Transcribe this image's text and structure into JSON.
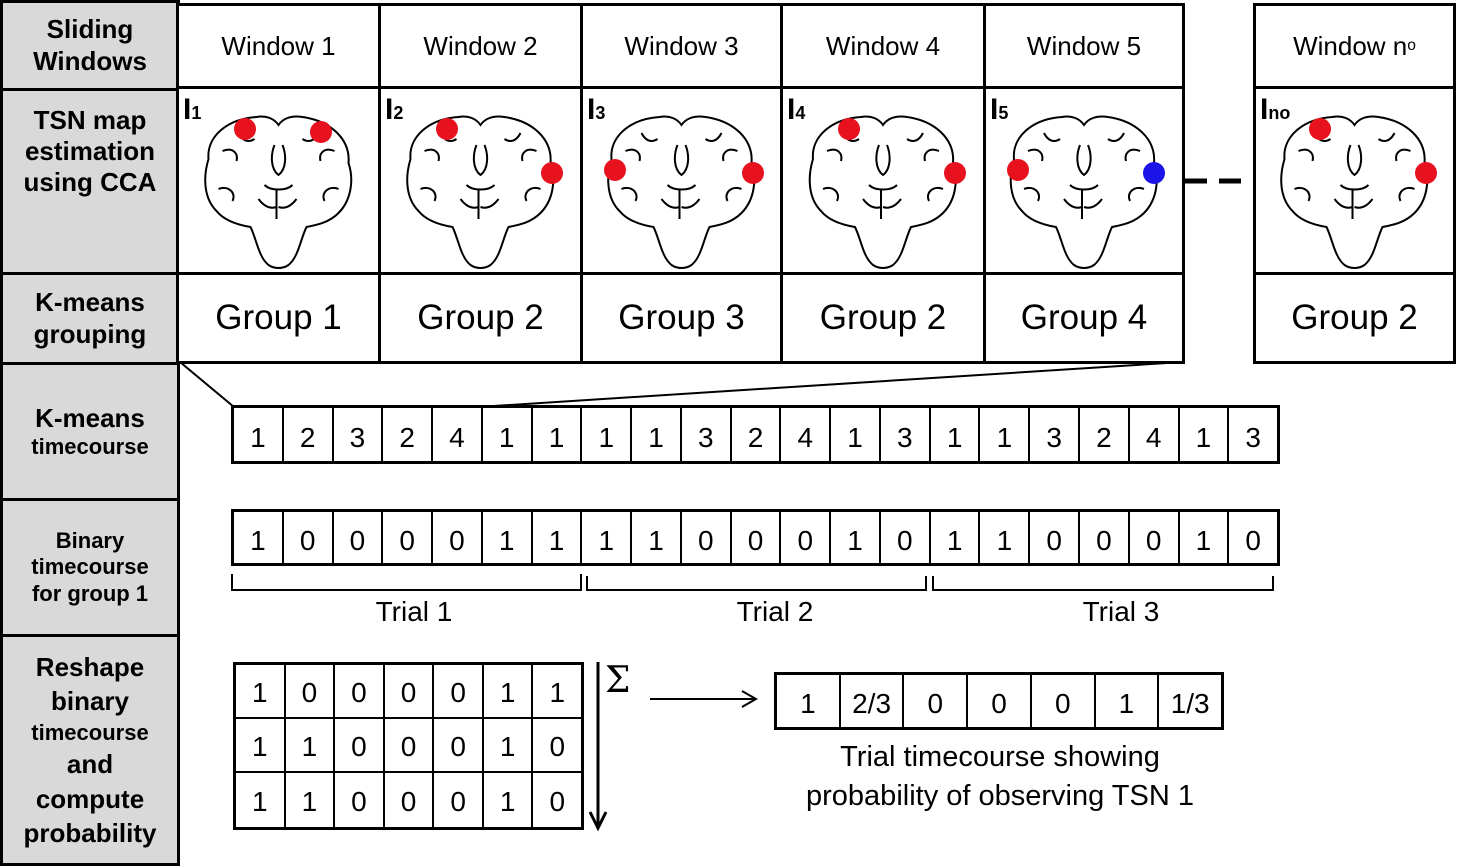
{
  "row_labels": {
    "sliding_windows": [
      "Sliding",
      "Windows"
    ],
    "tsn_map": [
      "TSN map",
      "estimation",
      "using CCA"
    ],
    "kmeans_grouping": [
      "K-means",
      "grouping"
    ],
    "kmeans_timecourse": [
      "K-means",
      "timecourse"
    ],
    "binary_timecourse": [
      "Binary",
      "timecourse",
      "for group 1"
    ],
    "reshape": [
      "Reshape",
      "binary",
      "timecourse",
      "and",
      "compute",
      "probability"
    ]
  },
  "windows": [
    {
      "label": "Window 1",
      "map": "I",
      "map_sub": "1",
      "group": "Group 1"
    },
    {
      "label": "Window 2",
      "map": "I",
      "map_sub": "2",
      "group": "Group 2"
    },
    {
      "label": "Window 3",
      "map": "I",
      "map_sub": "3",
      "group": "Group 3"
    },
    {
      "label": "Window 4",
      "map": "I",
      "map_sub": "4",
      "group": "Group 2"
    },
    {
      "label": "Window 5",
      "map": "I",
      "map_sub": "5",
      "group": "Group 4"
    }
  ],
  "last_window": {
    "label": "Window n",
    "label_sub": "o",
    "map": "I",
    "map_sub": "no",
    "group": "Group 2"
  },
  "kmeans_sequence": [
    "1",
    "2",
    "3",
    "2",
    "4",
    "1",
    "1",
    "1",
    "1",
    "3",
    "2",
    "4",
    "1",
    "3",
    "1",
    "1",
    "3",
    "2",
    "4",
    "1",
    "3"
  ],
  "binary_sequence": [
    "1",
    "0",
    "0",
    "0",
    "0",
    "1",
    "1",
    "1",
    "1",
    "0",
    "0",
    "0",
    "1",
    "0",
    "1",
    "1",
    "0",
    "0",
    "0",
    "1",
    "0"
  ],
  "trials": [
    "Trial 1",
    "Trial 2",
    "Trial 3"
  ],
  "matrix": [
    [
      "1",
      "0",
      "0",
      "0",
      "0",
      "1",
      "1"
    ],
    [
      "1",
      "1",
      "0",
      "0",
      "0",
      "1",
      "0"
    ],
    [
      "1",
      "1",
      "0",
      "0",
      "0",
      "1",
      "0"
    ]
  ],
  "sum_symbol": "Σ",
  "probability": [
    "1",
    "2/3",
    "0",
    "0",
    "0",
    "1",
    "1/3"
  ],
  "caption": [
    "Trial timecourse showing",
    "probability of observing TSN 1"
  ],
  "colors": {
    "side_bg": "#d9d9d9",
    "red_dot": "#e8121f",
    "blue_dot": "#1a14e8"
  }
}
